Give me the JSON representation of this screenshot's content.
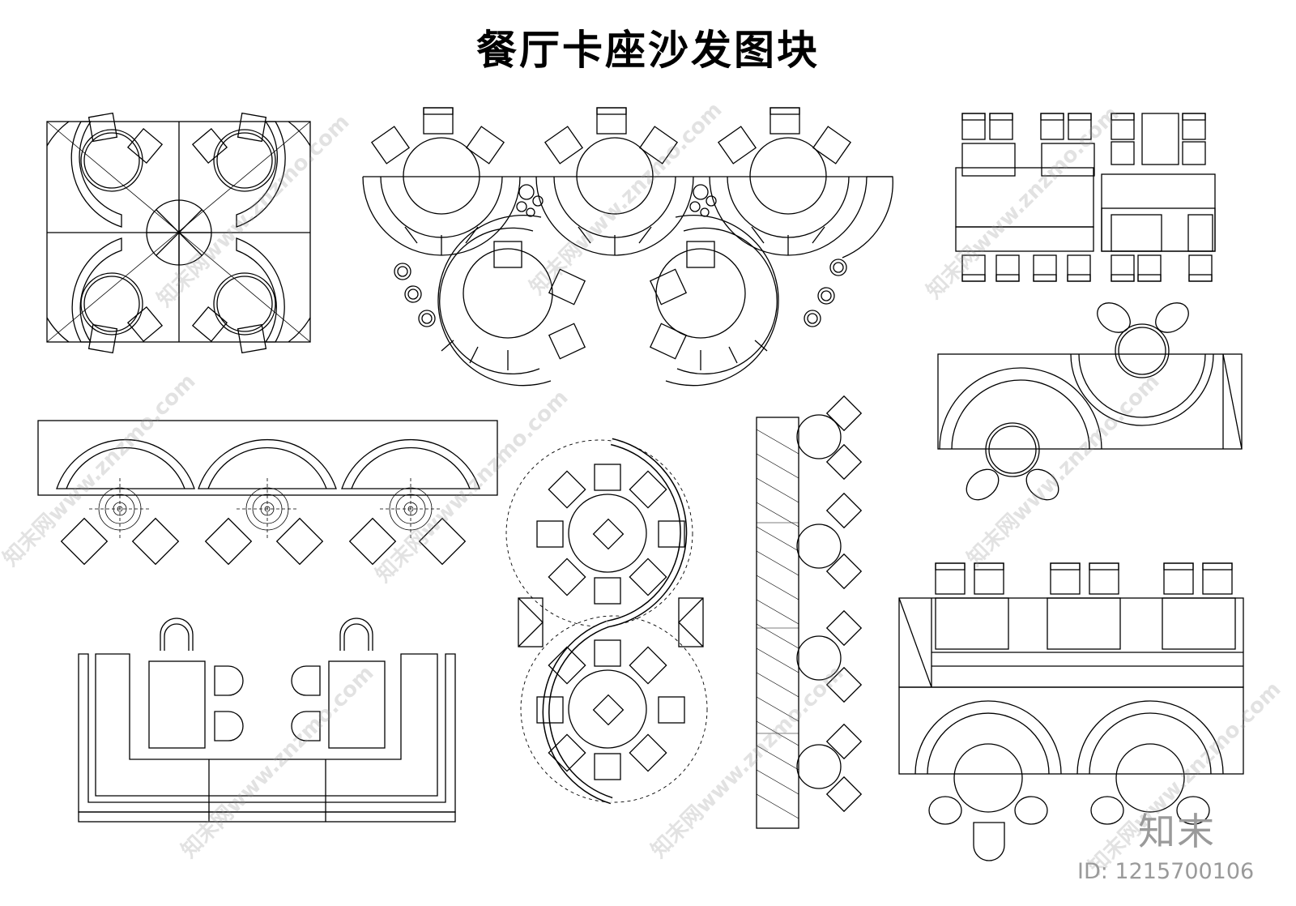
{
  "title": "餐厅卡座沙发图块",
  "logo_text": "知末",
  "id_label": "ID: 1215700106",
  "watermark_text": "知末网www.znzmo.com",
  "line_color": "#000000",
  "watermark_color": "#9a9a9a",
  "blocks": [
    {
      "name": "block-four-round-booths"
    },
    {
      "name": "block-five-round-tables-curved-sofas"
    },
    {
      "name": "block-square-tables-bar"
    },
    {
      "name": "block-two-round-tables-curved-bench"
    },
    {
      "name": "block-three-half-round-booths"
    },
    {
      "name": "block-s-shaped-banquette"
    },
    {
      "name": "block-planter-row-round-tables"
    },
    {
      "name": "block-u-shaped-booths"
    },
    {
      "name": "block-counter-twin-half-round-booths"
    }
  ]
}
